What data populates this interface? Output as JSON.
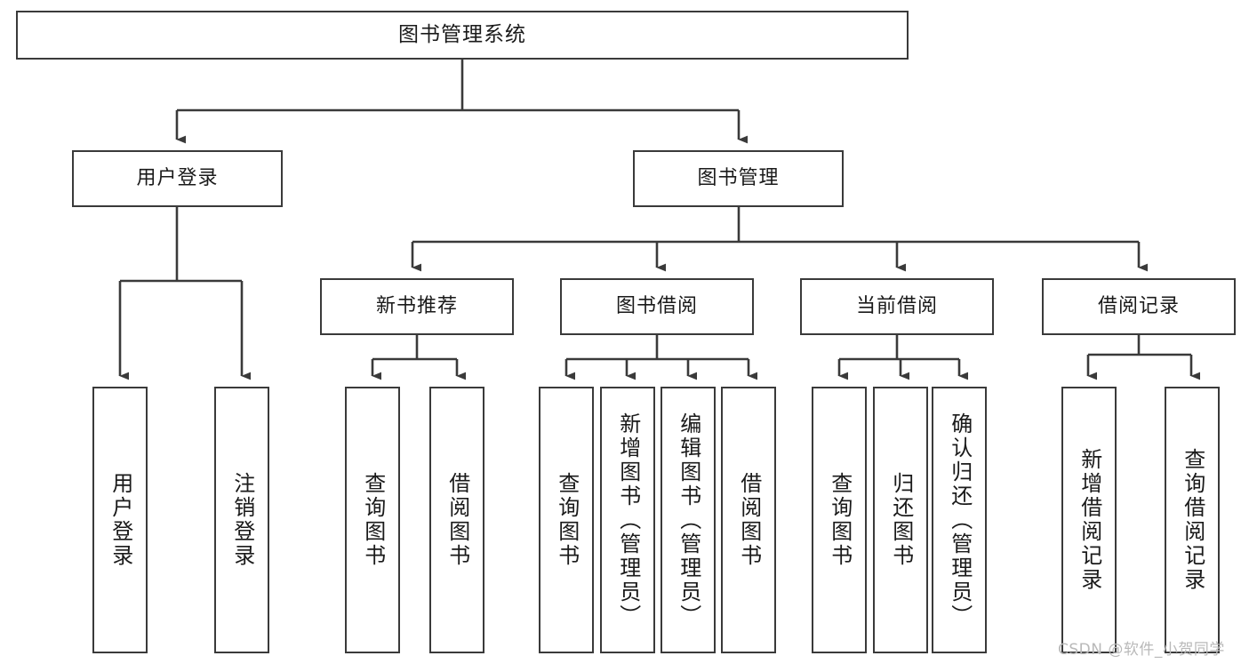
{
  "diagram": {
    "title": "图书管理系统",
    "type": "hierarchy-tree",
    "watermark": "CSDN @软件_小贺同学",
    "colors": {
      "box_border": "#3a3a3a",
      "box_fill": "#ffffff",
      "connector": "#3a3a3a",
      "text": "#1a1a1a",
      "watermark": "#b9b9b9"
    },
    "levels": {
      "level1": [
        {
          "id": "root",
          "label": "图书管理系统",
          "orientation": "horizontal"
        }
      ],
      "level2": [
        {
          "id": "user-login",
          "label": "用户登录",
          "orientation": "horizontal"
        },
        {
          "id": "book-manage",
          "label": "图书管理",
          "orientation": "horizontal"
        }
      ],
      "level3": [
        {
          "id": "new-book-recommend",
          "label": "新书推荐",
          "orientation": "horizontal",
          "parent": "book-manage"
        },
        {
          "id": "book-borrow",
          "label": "图书借阅",
          "orientation": "horizontal",
          "parent": "book-manage"
        },
        {
          "id": "current-borrow",
          "label": "当前借阅",
          "orientation": "horizontal",
          "parent": "book-manage"
        },
        {
          "id": "borrow-record",
          "label": "借阅记录",
          "orientation": "horizontal",
          "parent": "book-manage"
        }
      ],
      "level4": [
        {
          "id": "leaf-user-login",
          "label": "用户登录",
          "orientation": "vertical",
          "parent": "user-login"
        },
        {
          "id": "leaf-logout",
          "label": "注销登录",
          "orientation": "vertical",
          "parent": "user-login"
        },
        {
          "id": "leaf-query-book-1",
          "label": "查询图书",
          "orientation": "vertical",
          "parent": "new-book-recommend"
        },
        {
          "id": "leaf-borrow-book-1",
          "label": "借阅图书",
          "orientation": "vertical",
          "parent": "new-book-recommend"
        },
        {
          "id": "leaf-query-book-2",
          "label": "查询图书",
          "orientation": "vertical",
          "parent": "book-borrow"
        },
        {
          "id": "leaf-add-book",
          "label": "新增图书（管理员）",
          "orientation": "vertical",
          "parent": "book-borrow"
        },
        {
          "id": "leaf-edit-book",
          "label": "编辑图书（管理员）",
          "orientation": "vertical",
          "parent": "book-borrow"
        },
        {
          "id": "leaf-borrow-book-2",
          "label": "借阅图书",
          "orientation": "vertical",
          "parent": "book-borrow"
        },
        {
          "id": "leaf-query-book-3",
          "label": "查询图书",
          "orientation": "vertical",
          "parent": "current-borrow"
        },
        {
          "id": "leaf-return-book",
          "label": "归还图书",
          "orientation": "vertical",
          "parent": "current-borrow"
        },
        {
          "id": "leaf-confirm-return",
          "label": "确认归还（管理员）",
          "orientation": "vertical",
          "parent": "current-borrow"
        },
        {
          "id": "leaf-add-record",
          "label": "新增借阅记录",
          "orientation": "vertical",
          "parent": "borrow-record"
        },
        {
          "id": "leaf-query-record",
          "label": "查询借阅记录",
          "orientation": "vertical",
          "parent": "borrow-record"
        }
      ]
    }
  }
}
